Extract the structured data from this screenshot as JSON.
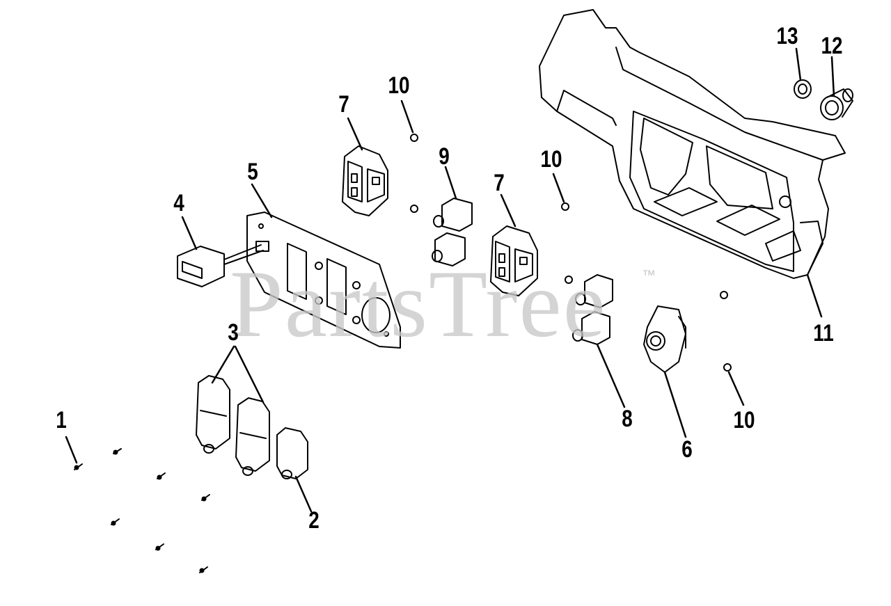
{
  "watermark": {
    "text": "PartsTree",
    "mark": "™"
  },
  "callouts": [
    {
      "id": "c13",
      "label": "13"
    },
    {
      "id": "c12",
      "label": "12"
    },
    {
      "id": "c10a",
      "label": "10"
    },
    {
      "id": "c7a",
      "label": "7"
    },
    {
      "id": "c9",
      "label": "9"
    },
    {
      "id": "c10b",
      "label": "10"
    },
    {
      "id": "c7b",
      "label": "7"
    },
    {
      "id": "c5",
      "label": "5"
    },
    {
      "id": "c4",
      "label": "4"
    },
    {
      "id": "c3",
      "label": "3"
    },
    {
      "id": "c11",
      "label": "11"
    },
    {
      "id": "c1",
      "label": "1"
    },
    {
      "id": "c2",
      "label": "2"
    },
    {
      "id": "c8",
      "label": "8"
    },
    {
      "id": "c6",
      "label": "6"
    },
    {
      "id": "c10c",
      "label": "10"
    }
  ]
}
